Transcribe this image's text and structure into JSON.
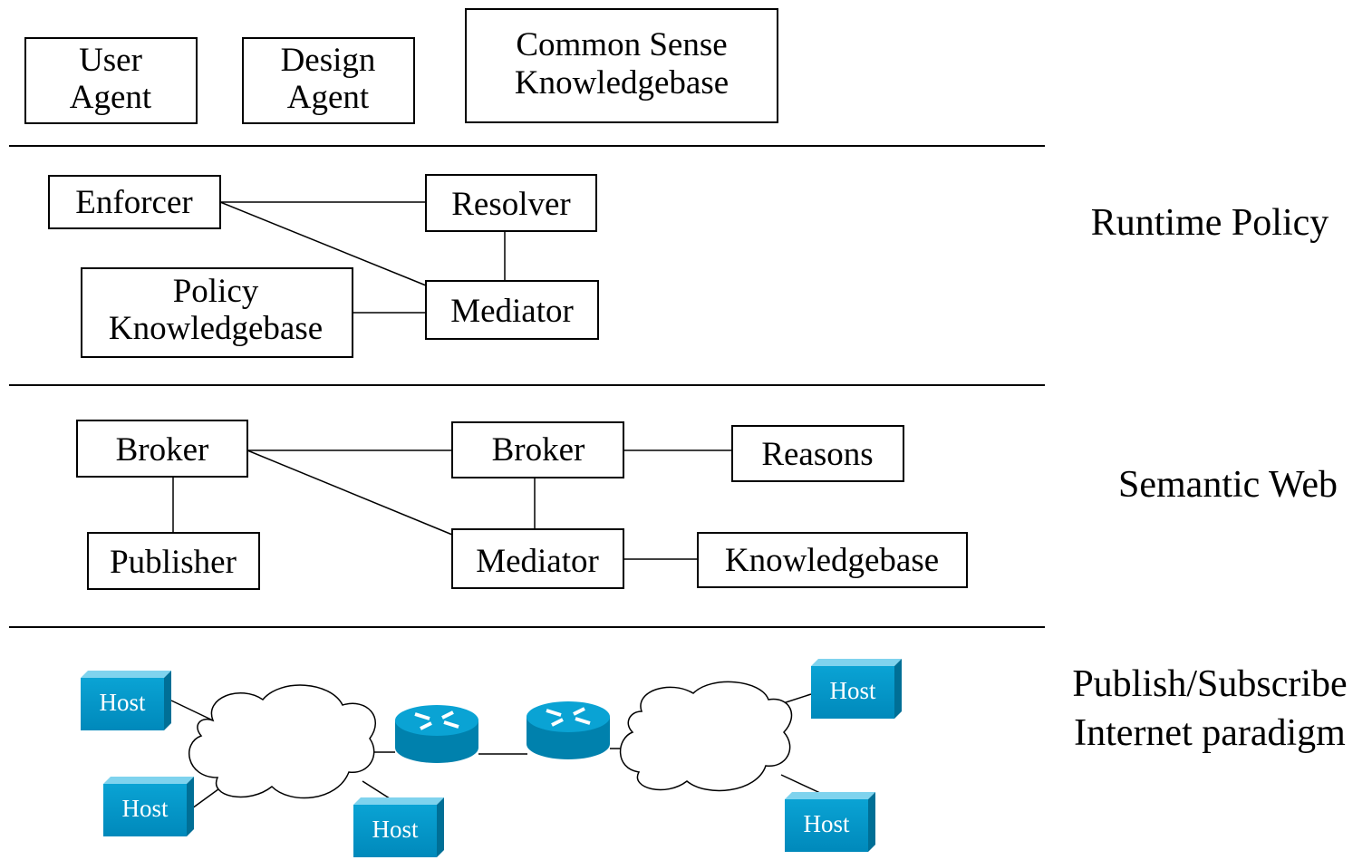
{
  "top_layer": {
    "user_agent": [
      "User",
      "Agent"
    ],
    "design_agent": [
      "Design",
      "Agent"
    ],
    "common_sense_kb": [
      "Common Sense",
      "Knowledgebase"
    ]
  },
  "runtime_policy": {
    "layer_label": "Runtime Policy",
    "enforcer": "Enforcer",
    "resolver": "Resolver",
    "mediator": "Mediator",
    "policy_kb": [
      "Policy",
      "Knowledgebase"
    ]
  },
  "semantic_web": {
    "layer_label": "Semantic Web",
    "broker_left": "Broker",
    "broker_right": "Broker",
    "reasons": "Reasons",
    "publisher": "Publisher",
    "mediator": "Mediator",
    "knowledgebase": "Knowledgebase"
  },
  "network": {
    "layer_label": [
      "Publish/Subscribe",
      "Internet paradigm"
    ],
    "host_label": "Host",
    "host_color": "#0099cc",
    "router_color": "#0099cc"
  }
}
